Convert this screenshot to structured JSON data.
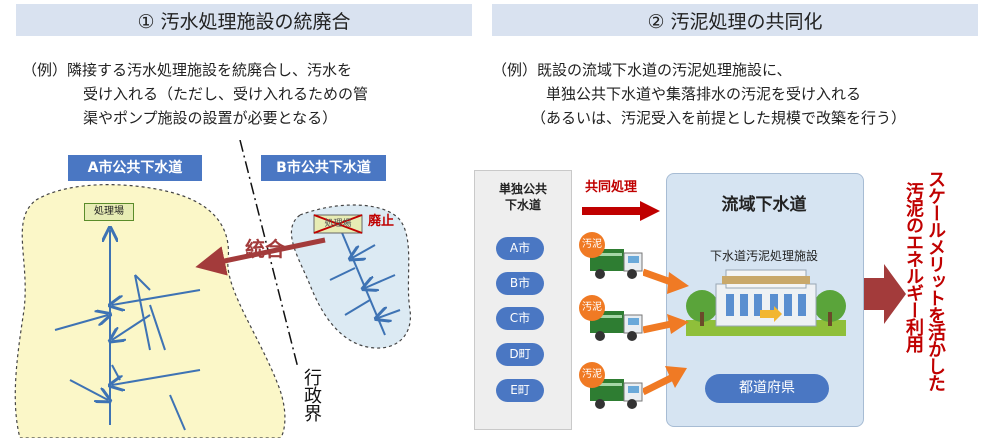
{
  "left": {
    "header": "① 汚水処理施設の統廃合",
    "desc_lines": [
      "（例）隣接する汚水処理施設を統廃合し、汚水を",
      "受け入れる（ただし、受け入れるための管",
      "渠やポンプ施設の設置が必要となる）"
    ],
    "city_a": "A市公共下水道",
    "city_b": "B市公共下水道",
    "plant_a": "処理場",
    "plant_b": "処理場",
    "abolish": "廃止",
    "merge": "統合",
    "boundary": "行政界"
  },
  "right": {
    "header": "② 汚泥処理の共同化",
    "desc_lines": [
      "（例）既設の流域下水道の汚泥処理施設に、",
      "単独公共下水道や集落排水の汚泥を受け入れる",
      "（あるいは、汚泥受入を前提とした規模で改築を行う）"
    ],
    "single_title": [
      "単独公共",
      "下水道"
    ],
    "municipalities": [
      "A市",
      "B市",
      "C市",
      "D町",
      "E町"
    ],
    "joint": "共同処理",
    "sludge": "汚泥",
    "basin": "流域下水道",
    "facility": "下水道汚泥処理施設",
    "prefecture": "都道府県",
    "scale_text_1": "スケールメリットを活かした",
    "scale_text_2": "汚泥のエネルギー利用"
  },
  "colors": {
    "header_bg": "#d9e2f0",
    "blue": "#4a77c3",
    "red": "#c00000",
    "merge_arrow": "#a33b3b",
    "orange": "#f07a24",
    "yellow_area": "#fbf7c8",
    "blue_area": "#dceaf3"
  }
}
